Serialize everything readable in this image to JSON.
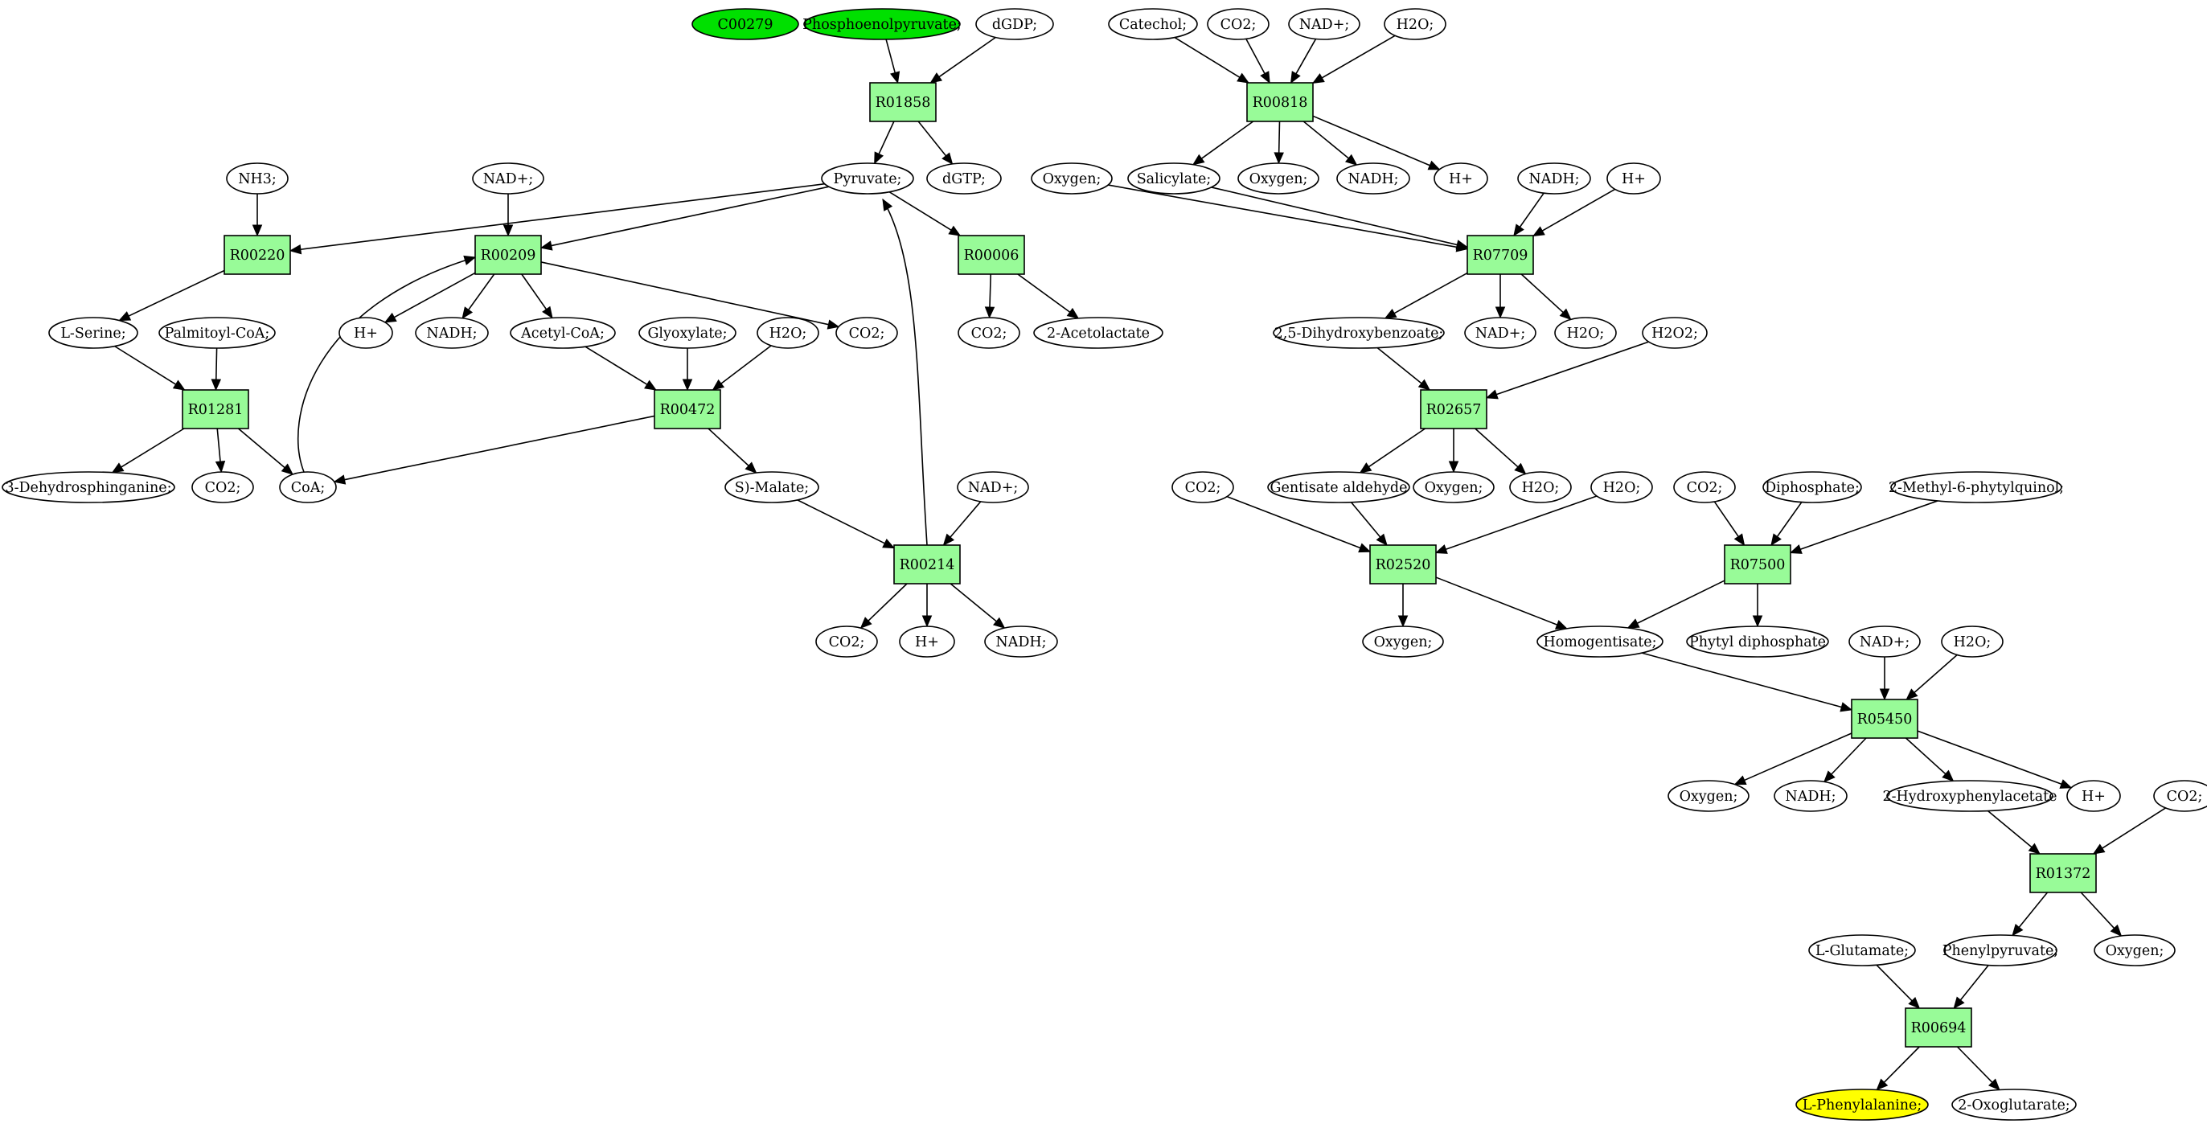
{
  "colors": {
    "reaction": "#98fb98",
    "compound": "#ffffff",
    "start_compound": "#00e000",
    "target_compound": "#ffff00"
  },
  "nodes": [
    {
      "id": "C00279",
      "kind": "compound",
      "label": "C00279",
      "fill": "start"
    },
    {
      "id": "pep",
      "kind": "compound",
      "label": "Phosphoenolpyruvate;",
      "fill": "start"
    },
    {
      "id": "dgdp",
      "kind": "compound",
      "label": "dGDP;"
    },
    {
      "id": "R01858",
      "kind": "reaction",
      "label": "R01858"
    },
    {
      "id": "pyr",
      "kind": "compound",
      "label": "Pyruvate;"
    },
    {
      "id": "dgtp",
      "kind": "compound",
      "label": "dGTP;"
    },
    {
      "id": "nh3",
      "kind": "compound",
      "label": "NH3;"
    },
    {
      "id": "nad_a",
      "kind": "compound",
      "label": "NAD+;"
    },
    {
      "id": "R00220",
      "kind": "reaction",
      "label": "R00220"
    },
    {
      "id": "R00209",
      "kind": "reaction",
      "label": "R00209"
    },
    {
      "id": "R00006",
      "kind": "reaction",
      "label": "R00006"
    },
    {
      "id": "lser",
      "kind": "compound",
      "label": "L-Serine;"
    },
    {
      "id": "palm",
      "kind": "compound",
      "label": "Palmitoyl-CoA;"
    },
    {
      "id": "h_a",
      "kind": "compound",
      "label": "H+"
    },
    {
      "id": "nadh_a",
      "kind": "compound",
      "label": "NADH;"
    },
    {
      "id": "acoa",
      "kind": "compound",
      "label": "Acetyl-CoA;"
    },
    {
      "id": "glyox",
      "kind": "compound",
      "label": "Glyoxylate;"
    },
    {
      "id": "h2o_a",
      "kind": "compound",
      "label": "H2O;"
    },
    {
      "id": "co2_a",
      "kind": "compound",
      "label": "CO2;"
    },
    {
      "id": "co2_b",
      "kind": "compound",
      "label": "CO2;"
    },
    {
      "id": "acetol",
      "kind": "compound",
      "label": "2-Acetolactate"
    },
    {
      "id": "R01281",
      "kind": "reaction",
      "label": "R01281"
    },
    {
      "id": "R00472",
      "kind": "reaction",
      "label": "R00472"
    },
    {
      "id": "dhs",
      "kind": "compound",
      "label": "3-Dehydrosphinganine;"
    },
    {
      "id": "co2_c",
      "kind": "compound",
      "label": "CO2;"
    },
    {
      "id": "coa",
      "kind": "compound",
      "label": "CoA;"
    },
    {
      "id": "smal",
      "kind": "compound",
      "label": "S)-Malate;"
    },
    {
      "id": "nad_b",
      "kind": "compound",
      "label": "NAD+;"
    },
    {
      "id": "R00214",
      "kind": "reaction",
      "label": "R00214"
    },
    {
      "id": "co2_d",
      "kind": "compound",
      "label": "CO2;"
    },
    {
      "id": "h_b",
      "kind": "compound",
      "label": "H+"
    },
    {
      "id": "nadh_b",
      "kind": "compound",
      "label": "NADH;"
    },
    {
      "id": "catechol",
      "kind": "compound",
      "label": "Catechol;"
    },
    {
      "id": "co2_e",
      "kind": "compound",
      "label": "CO2;"
    },
    {
      "id": "nad_c",
      "kind": "compound",
      "label": "NAD+;"
    },
    {
      "id": "h2o_b",
      "kind": "compound",
      "label": "H2O;"
    },
    {
      "id": "R00818",
      "kind": "reaction",
      "label": "R00818"
    },
    {
      "id": "oxy_a",
      "kind": "compound",
      "label": "Oxygen;"
    },
    {
      "id": "salic",
      "kind": "compound",
      "label": "Salicylate;"
    },
    {
      "id": "oxy_b",
      "kind": "compound",
      "label": "Oxygen;"
    },
    {
      "id": "nadh_c",
      "kind": "compound",
      "label": "NADH;"
    },
    {
      "id": "h_c",
      "kind": "compound",
      "label": "H+"
    },
    {
      "id": "nadh_d",
      "kind": "compound",
      "label": "NADH;"
    },
    {
      "id": "h_d",
      "kind": "compound",
      "label": "H+"
    },
    {
      "id": "R07709",
      "kind": "reaction",
      "label": "R07709"
    },
    {
      "id": "dhb",
      "kind": "compound",
      "label": "2,5-Dihydroxybenzoate;"
    },
    {
      "id": "nad_d",
      "kind": "compound",
      "label": "NAD+;"
    },
    {
      "id": "h2o_c",
      "kind": "compound",
      "label": "H2O;"
    },
    {
      "id": "h2o2",
      "kind": "compound",
      "label": "H2O2;"
    },
    {
      "id": "R02657",
      "kind": "reaction",
      "label": "R02657"
    },
    {
      "id": "co2_f",
      "kind": "compound",
      "label": "CO2;"
    },
    {
      "id": "gald",
      "kind": "compound",
      "label": "Gentisate aldehyde"
    },
    {
      "id": "oxy_c",
      "kind": "compound",
      "label": "Oxygen;"
    },
    {
      "id": "h2o_d",
      "kind": "compound",
      "label": "H2O;"
    },
    {
      "id": "h2o_e",
      "kind": "compound",
      "label": "H2O;"
    },
    {
      "id": "co2_g",
      "kind": "compound",
      "label": "CO2;"
    },
    {
      "id": "dipho",
      "kind": "compound",
      "label": "Diphosphate;"
    },
    {
      "id": "mpq",
      "kind": "compound",
      "label": "2-Methyl-6-phytylquinol;"
    },
    {
      "id": "R02520",
      "kind": "reaction",
      "label": "R02520"
    },
    {
      "id": "R07500",
      "kind": "reaction",
      "label": "R07500"
    },
    {
      "id": "oxy_d",
      "kind": "compound",
      "label": "Oxygen;"
    },
    {
      "id": "homog",
      "kind": "compound",
      "label": "Homogentisate;"
    },
    {
      "id": "phytdp",
      "kind": "compound",
      "label": "Phytyl diphosphate"
    },
    {
      "id": "nad_e",
      "kind": "compound",
      "label": "NAD+;"
    },
    {
      "id": "h2o_f",
      "kind": "compound",
      "label": "H2O;"
    },
    {
      "id": "R05450",
      "kind": "reaction",
      "label": "R05450"
    },
    {
      "id": "oxy_e",
      "kind": "compound",
      "label": "Oxygen;"
    },
    {
      "id": "nadh_e",
      "kind": "compound",
      "label": "NADH;"
    },
    {
      "id": "hpa",
      "kind": "compound",
      "label": "2-Hydroxyphenylacetate"
    },
    {
      "id": "h_e",
      "kind": "compound",
      "label": "H+"
    },
    {
      "id": "co2_h",
      "kind": "compound",
      "label": "CO2;"
    },
    {
      "id": "R01372",
      "kind": "reaction",
      "label": "R01372"
    },
    {
      "id": "lglu",
      "kind": "compound",
      "label": "L-Glutamate;"
    },
    {
      "id": "phpyr",
      "kind": "compound",
      "label": "Phenylpyruvate;"
    },
    {
      "id": "oxy_f",
      "kind": "compound",
      "label": "Oxygen;"
    },
    {
      "id": "R00694",
      "kind": "reaction",
      "label": "R00694"
    },
    {
      "id": "lphe",
      "kind": "compound",
      "label": "L-Phenylalanine;",
      "fill": "target"
    },
    {
      "id": "oxoglu",
      "kind": "compound",
      "label": "2-Oxoglutarate;"
    }
  ],
  "edges": [
    [
      "pep",
      "R01858"
    ],
    [
      "dgdp",
      "R01858"
    ],
    [
      "R01858",
      "pyr"
    ],
    [
      "R01858",
      "dgtp"
    ],
    [
      "pyr",
      "R00220"
    ],
    [
      "pyr",
      "R00209"
    ],
    [
      "pyr",
      "R00006"
    ],
    [
      "nh3",
      "R00220"
    ],
    [
      "nad_a",
      "R00209"
    ],
    [
      "coa",
      "R00209"
    ],
    [
      "R00220",
      "lser"
    ],
    [
      "R00209",
      "h_a"
    ],
    [
      "R00209",
      "nadh_a"
    ],
    [
      "R00209",
      "acoa"
    ],
    [
      "R00209",
      "co2_a"
    ],
    [
      "R00006",
      "co2_b"
    ],
    [
      "R00006",
      "acetol"
    ],
    [
      "lser",
      "R01281"
    ],
    [
      "palm",
      "R01281"
    ],
    [
      "R01281",
      "dhs"
    ],
    [
      "R01281",
      "co2_c"
    ],
    [
      "R01281",
      "coa"
    ],
    [
      "acoa",
      "R00472"
    ],
    [
      "glyox",
      "R00472"
    ],
    [
      "h2o_a",
      "R00472"
    ],
    [
      "R00472",
      "coa"
    ],
    [
      "R00472",
      "smal"
    ],
    [
      "smal",
      "R00214"
    ],
    [
      "nad_b",
      "R00214"
    ],
    [
      "R00214",
      "pyr"
    ],
    [
      "R00214",
      "co2_d"
    ],
    [
      "R00214",
      "h_b"
    ],
    [
      "R00214",
      "nadh_b"
    ],
    [
      "catechol",
      "R00818"
    ],
    [
      "co2_e",
      "R00818"
    ],
    [
      "nad_c",
      "R00818"
    ],
    [
      "h2o_b",
      "R00818"
    ],
    [
      "R00818",
      "salic"
    ],
    [
      "R00818",
      "oxy_b"
    ],
    [
      "R00818",
      "nadh_c"
    ],
    [
      "R00818",
      "h_c"
    ],
    [
      "oxy_a",
      "R07709"
    ],
    [
      "salic",
      "R07709"
    ],
    [
      "nadh_d",
      "R07709"
    ],
    [
      "h_d",
      "R07709"
    ],
    [
      "R07709",
      "dhb"
    ],
    [
      "R07709",
      "nad_d"
    ],
    [
      "R07709",
      "h2o_c"
    ],
    [
      "dhb",
      "R02657"
    ],
    [
      "h2o2",
      "R02657"
    ],
    [
      "R02657",
      "gald"
    ],
    [
      "R02657",
      "oxy_c"
    ],
    [
      "R02657",
      "h2o_d"
    ],
    [
      "co2_f",
      "R02520"
    ],
    [
      "gald",
      "R02520"
    ],
    [
      "h2o_e",
      "R02520"
    ],
    [
      "R02520",
      "oxy_d"
    ],
    [
      "R02520",
      "homog"
    ],
    [
      "co2_g",
      "R07500"
    ],
    [
      "dipho",
      "R07500"
    ],
    [
      "mpq",
      "R07500"
    ],
    [
      "R07500",
      "homog"
    ],
    [
      "R07500",
      "phytdp"
    ],
    [
      "homog",
      "R05450"
    ],
    [
      "nad_e",
      "R05450"
    ],
    [
      "h2o_f",
      "R05450"
    ],
    [
      "R05450",
      "oxy_e"
    ],
    [
      "R05450",
      "nadh_e"
    ],
    [
      "R05450",
      "hpa"
    ],
    [
      "R05450",
      "h_e"
    ],
    [
      "hpa",
      "R01372"
    ],
    [
      "co2_h",
      "R01372"
    ],
    [
      "R01372",
      "phpyr"
    ],
    [
      "R01372",
      "oxy_f"
    ],
    [
      "lglu",
      "R00694"
    ],
    [
      "phpyr",
      "R00694"
    ],
    [
      "R00694",
      "lphe"
    ],
    [
      "R00694",
      "oxoglu"
    ]
  ]
}
